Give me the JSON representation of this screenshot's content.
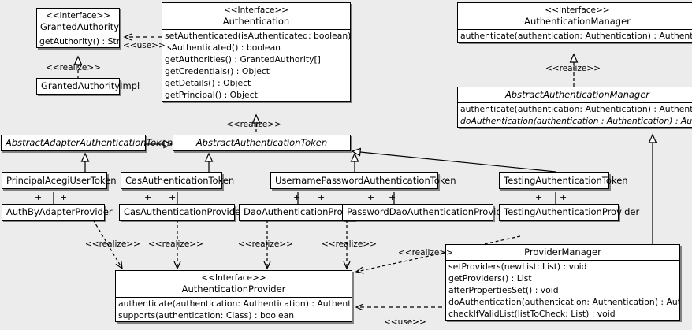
{
  "diagram": {
    "type": "uml-class-diagram",
    "background_color": "#ececec",
    "node_fill": "#ffffff",
    "line_color": "#000000"
  },
  "stereotypes": {
    "interface": "<<Interface>>",
    "realize": "<<realize>>",
    "use": "<<use>>"
  },
  "nodes": {
    "granted_authority": {
      "stereotype": "<<Interface>>",
      "name": "GrantedAuthority",
      "operations": [
        "getAuthority() : String"
      ]
    },
    "granted_authority_impl": {
      "name": "GrantedAuthorityImpl",
      "operations": []
    },
    "authentication": {
      "stereotype": "<<Interface>>",
      "name": "Authentication",
      "operations": [
        "setAuthenticated(isAuthenticated: boolean) : void",
        "isAuthenticated() : boolean",
        "getAuthorities() : GrantedAuthority[]",
        "getCredentials() : Object",
        "getDetails() : Object",
        "getPrincipal() : Object"
      ]
    },
    "authentication_manager": {
      "stereotype": "<<Interface>>",
      "name": "AuthenticationManager",
      "operations": [
        "authenticate(authentication: Authentication) : Authentication"
      ]
    },
    "abstract_authentication_manager": {
      "name": "AbstractAuthenticationManager",
      "abstract": true,
      "operations": [
        "authenticate(authentication: Authentication) : Authentication",
        "doAuthentication(authentication : Authentication) : Authentication"
      ]
    },
    "abstract_adapter_authentication_token": {
      "name": "AbstractAdapterAuthenticationToken",
      "abstract": true,
      "operations": []
    },
    "abstract_authentication_token": {
      "name": "AbstractAuthenticationToken",
      "abstract": true,
      "operations": []
    },
    "principal_acegi_user_token": {
      "name": "PrincipalAcegiUserToken",
      "operations": []
    },
    "cas_authentication_token": {
      "name": "CasAuthenticationToken",
      "operations": []
    },
    "username_password_authentication_token": {
      "name": "UsernamePasswordAuthenticationToken",
      "operations": []
    },
    "testing_authentication_token": {
      "name": "TestingAuthenticationToken",
      "operations": []
    },
    "auth_by_adapter_provider": {
      "name": "AuthByAdapterProvider",
      "operations": []
    },
    "cas_authentication_provider": {
      "name": "CasAuthenticationProvider",
      "operations": []
    },
    "dao_authentication_provider": {
      "name": "DaoAuthenticationProvider",
      "operations": []
    },
    "password_dao_authentication_provider": {
      "name": "PasswordDaoAuthenticationProvider",
      "operations": []
    },
    "testing_authentication_provider": {
      "name": "TestingAuthenticationProvider",
      "operations": []
    },
    "authentication_provider": {
      "stereotype": "<<Interface>>",
      "name": "AuthenticationProvider",
      "operations": [
        "authenticate(authentication: Authentication) : Authentication",
        "supports(authentication: Class) : boolean"
      ]
    },
    "provider_manager": {
      "name": "ProviderManager",
      "operations": [
        "setProviders(newList: List) : void",
        "getProviders() : List",
        "afterPropertiesSet() : void",
        "doAuthentication(authentication: Authentication) : Authentication",
        "checkIfValidList(listToCheck: List) : void"
      ]
    }
  },
  "edge_labels": {
    "use_authentication_granted_authority": "<<use>>",
    "realize_granted_authority_impl": "<<realize>>",
    "realize_abstract_token_authentication": "<<realize>>",
    "realize_abstract_manager": "<<realize>>",
    "realize_auth_by_adapter": "<<realize>>",
    "realize_cas_provider": "<<realize>>",
    "realize_dao_provider": "<<realize>>",
    "realize_password_dao_provider": "<<realize>>",
    "realize_provider_manager": "<<realize>>",
    "use_provider_manager": "<<use>>"
  },
  "association_markers": {
    "visibility_public": "+"
  }
}
